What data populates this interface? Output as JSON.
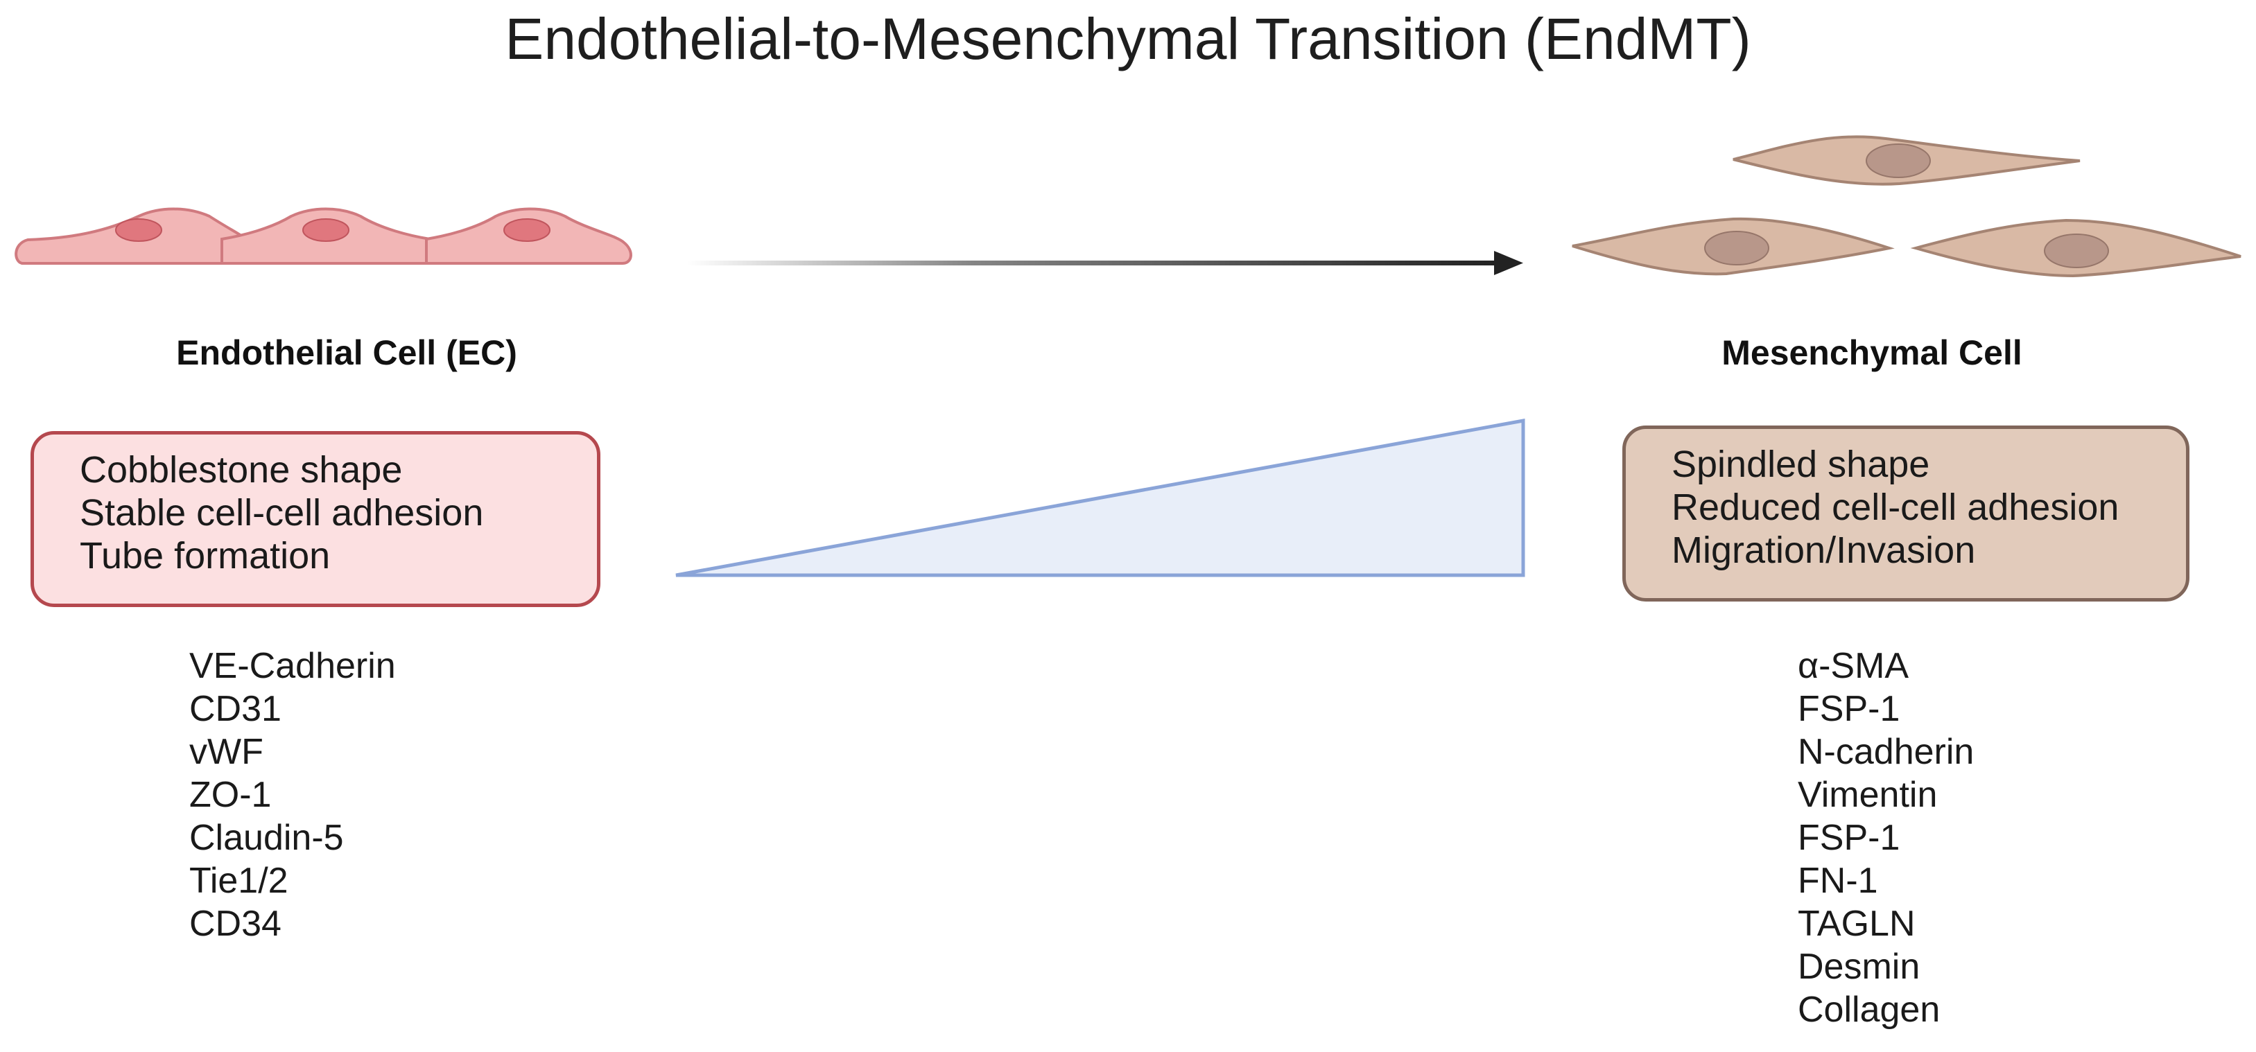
{
  "title": "Endothelial-to-Mesenchymal Transition (EndMT)",
  "endothelial": {
    "label": "Endothelial Cell (EC)",
    "properties": [
      "Cobblestone shape",
      "Stable cell-cell adhesion",
      "Tube formation"
    ],
    "markers": [
      "VE-Cadherin",
      "CD31",
      "vWF",
      "ZO-1",
      "Claudin-5",
      "Tie1/2",
      "CD34"
    ],
    "fill_color": "#f2b6b6",
    "box_color": "#fce0e1",
    "border_color": "#b5484e"
  },
  "mesenchymal": {
    "label": "Mesenchymal Cell",
    "properties": [
      "Spindled shape",
      "Reduced cell-cell adhesion",
      "Migration/Invasion"
    ],
    "markers": [
      "α-SMA",
      "FSP-1",
      "N-cadherin",
      "Vimentin",
      "FSP-1",
      "FN-1",
      "TAGLN",
      "Desmin",
      "Collagen"
    ],
    "fill_color": "#d9b9a5",
    "box_color": "#e2cbbb",
    "border_color": "#80665a"
  },
  "gradient_triangle_color": "#e8eef9",
  "gradient_triangle_border": "#8aa4d8"
}
